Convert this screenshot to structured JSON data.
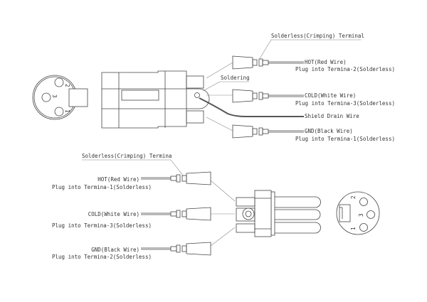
{
  "top": {
    "terminal_label": "Solderless(Crimping) Terminal",
    "soldering_label": "Soldering",
    "hot": {
      "wire": "HOT(Red Wire)",
      "plug": "Plug into Termina-2(Solderless)"
    },
    "cold": {
      "wire": "COLD(White Wire)",
      "plug": "Plug into Termina-3(Solderless)"
    },
    "shield": "Shield Drain Wire",
    "gnd": {
      "wire": "GND(Black Wire)",
      "plug": "Plug into Termina-1(Solderless)"
    },
    "pins": [
      "2",
      "3",
      "1"
    ]
  },
  "bottom": {
    "terminal_label": "Solderless(Crimping) Termina",
    "hot": {
      "wire": "HOT(Red Wire)",
      "plug": "Plug into Termina-1(Solderless)"
    },
    "cold": {
      "wire": "COLD(White Wire)",
      "plug": "Plug into Termina-3(Solderless)"
    },
    "gnd": {
      "wire": "GND(Black Wire)",
      "plug": "Plug into Termina-2(Solderless)"
    },
    "pins": [
      "2",
      "3",
      "1"
    ]
  }
}
